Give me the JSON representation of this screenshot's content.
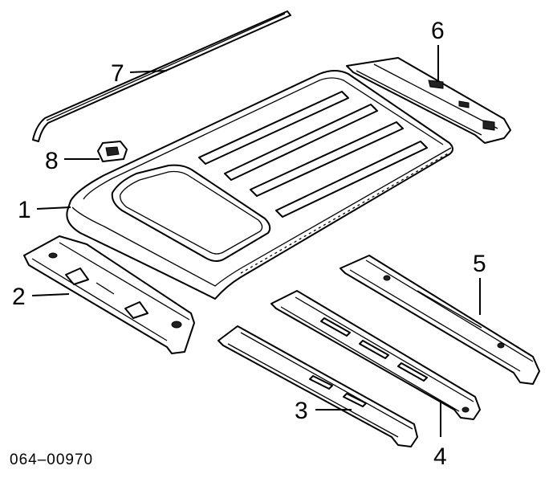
{
  "callouts": {
    "c1": "1",
    "c2": "2",
    "c3": "3",
    "c4": "4",
    "c5": "5",
    "c6": "6",
    "c7": "7",
    "c8": "8"
  },
  "diagram_code": "064–00970"
}
